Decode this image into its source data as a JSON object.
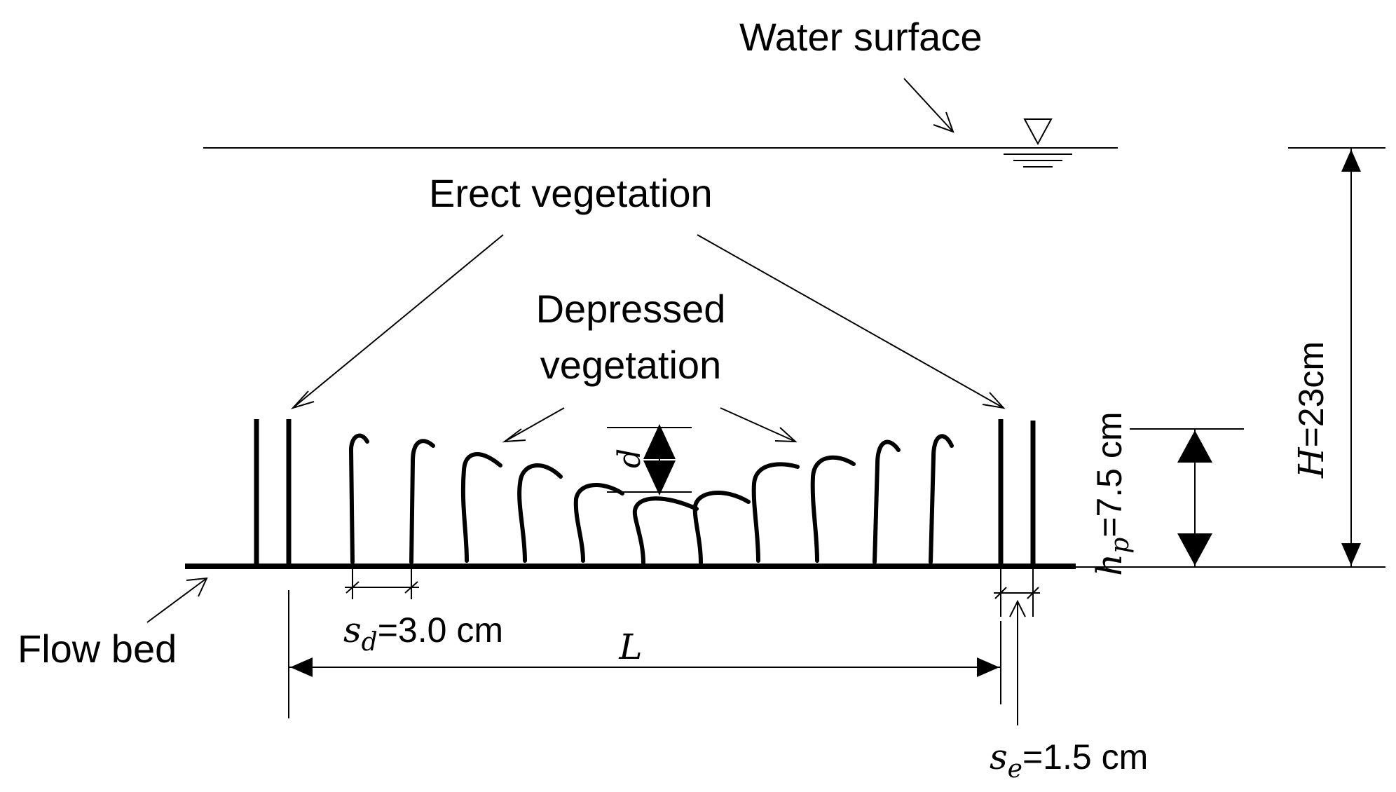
{
  "labels": {
    "water_surface": "Water surface",
    "erect_vegetation": "Erect vegetation",
    "depressed_vegetation_line1": "Depressed",
    "depressed_vegetation_line2": "vegetation",
    "flow_bed": "Flow bed"
  },
  "symbols": {
    "d": "d",
    "L": "L",
    "H_symbol": "H",
    "H_value": "=23cm",
    "hp_symbol": "h",
    "hp_subscript": "p",
    "hp_value": "=7.5 cm",
    "sd_symbol": "s",
    "sd_subscript": "d",
    "sd_value": "=3.0 cm",
    "se_symbol": "s",
    "se_subscript": "e",
    "se_value": "=1.5 cm"
  }
}
